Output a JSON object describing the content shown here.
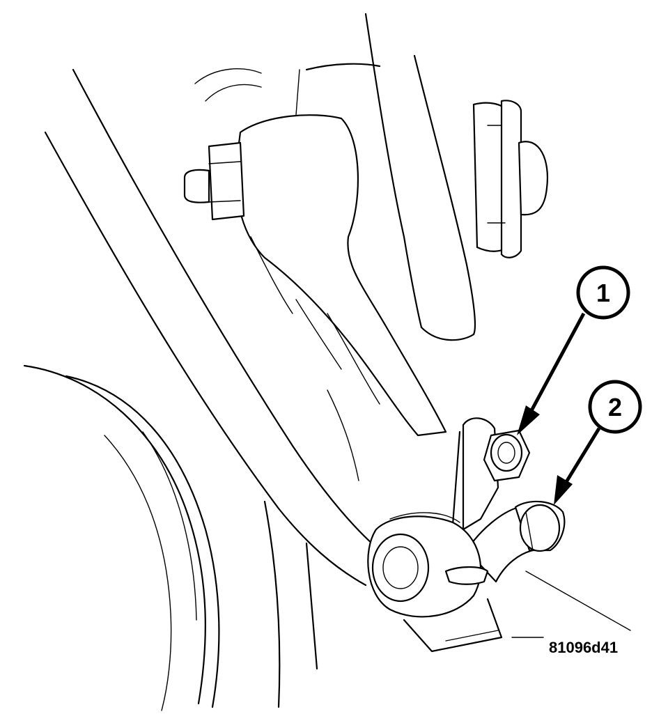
{
  "callouts": [
    {
      "label": "1",
      "target": "stabilizer-link-nut"
    },
    {
      "label": "2",
      "target": "stabilizer-link"
    }
  ],
  "figure_code": "81096d41"
}
